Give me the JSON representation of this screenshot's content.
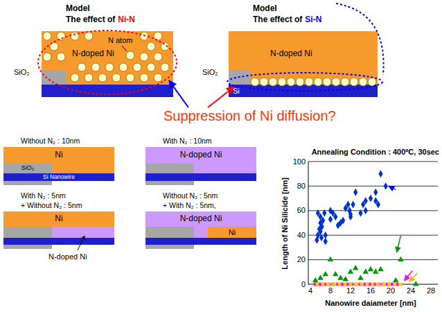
{
  "diagram": {
    "nodes": [
      {
        "text": [
          "N-doped Ni"
        ]
      },
      {
        "text": [
          "N-doped Ni"
        ]
      },
      {
        "text": [
          "Si"
        ]
      },
      {
        "text": [
          "Ni"
        ]
      },
      {
        "text": [
          "SiO₂"
        ]
      },
      {
        "text": [
          "Si Nanowire"
        ]
      },
      {
        "text": [
          "N-doped Ni"
        ]
      },
      {
        "text": [
          "Ni"
        ]
      },
      {
        "text": [
          "N-doped Ni"
        ]
      },
      {
        "text": [
          "Ni"
        ]
      }
    ],
    "labels": [
      "Model",
      "The effect of",
      "Ni-N",
      "Model",
      "The effect of",
      "Si-N",
      "SiO₂",
      "N atom",
      "SiO₂",
      "Suppression of Ni diffusion?",
      "Without N₂ : 10nm",
      "With N₂ : 10nm",
      "With N₂ : 5nm",
      "+ Without N₂ : 5nm",
      "Without N₂ : 5nm",
      "+ With N₂ : 5nm,",
      "N-doped Ni",
      "Annealing Condition : 400ºC, 30sec",
      "Length of Ni Silicide [nm]",
      "Nanowire daiameter [nm]",
      "0",
      "20",
      "40",
      "60",
      "80",
      "100",
      "4",
      "8",
      "12",
      "16",
      "20",
      "24",
      "28"
    ]
  }
}
